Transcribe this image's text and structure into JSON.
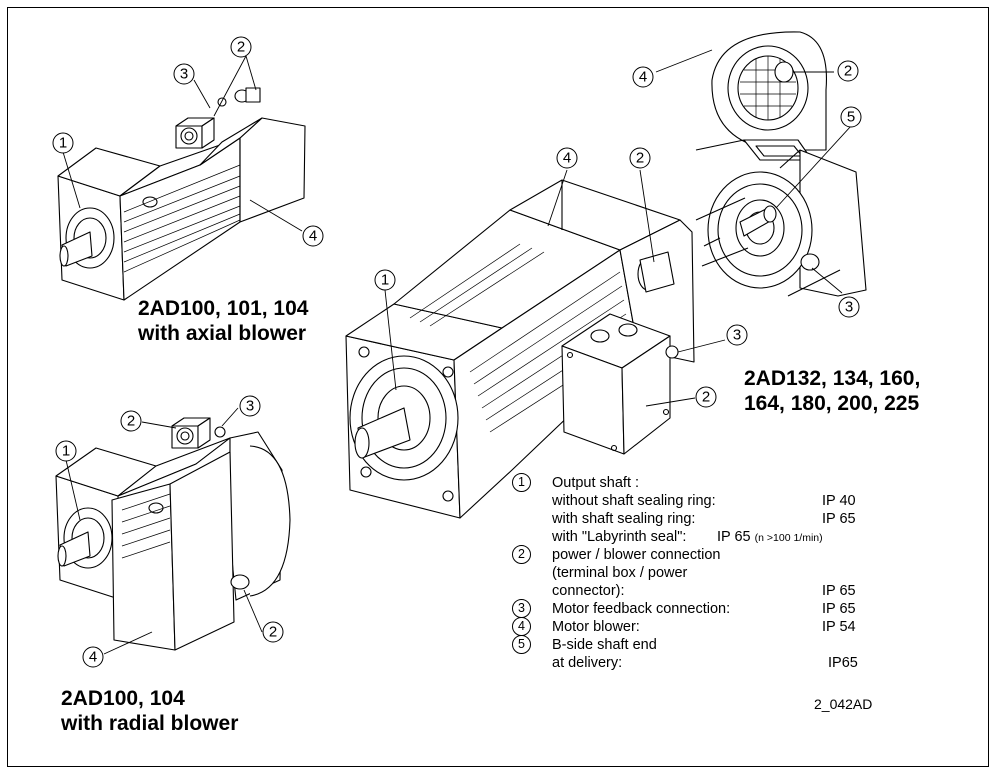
{
  "captions": {
    "axial": [
      "2AD100, 101, 104",
      "with axial blower"
    ],
    "radial": [
      "2AD100, 104",
      "with radial blower"
    ],
    "large": [
      "2AD132, 134, 160,",
      "164, 180, 200, 225"
    ]
  },
  "callout_numbers": [
    "1",
    "2",
    "3",
    "4",
    "5"
  ],
  "legend": {
    "item1": {
      "num": "1",
      "title": "Output shaft :",
      "rows": [
        {
          "label": "without shaft sealing ring:",
          "value": "IP 40"
        },
        {
          "label": "with shaft sealing ring:",
          "value": "IP 65"
        },
        {
          "label": "with \"Labyrinth seal\":",
          "value": "IP 65",
          "note": "(n >100 1/min)"
        }
      ]
    },
    "item2": {
      "num": "2",
      "lines": [
        "power / blower connection",
        "(terminal box / power",
        "connector):"
      ],
      "value": "IP 65"
    },
    "item3": {
      "num": "3",
      "label": "Motor feedback connection:",
      "value": "IP 65"
    },
    "item4": {
      "num": "4",
      "label": "Motor blower:",
      "value": "IP 54"
    },
    "item5": {
      "num": "5",
      "lines": [
        "B-side shaft end",
        "at delivery:"
      ],
      "value": "IP65"
    }
  },
  "drawing_code": "2_042AD"
}
